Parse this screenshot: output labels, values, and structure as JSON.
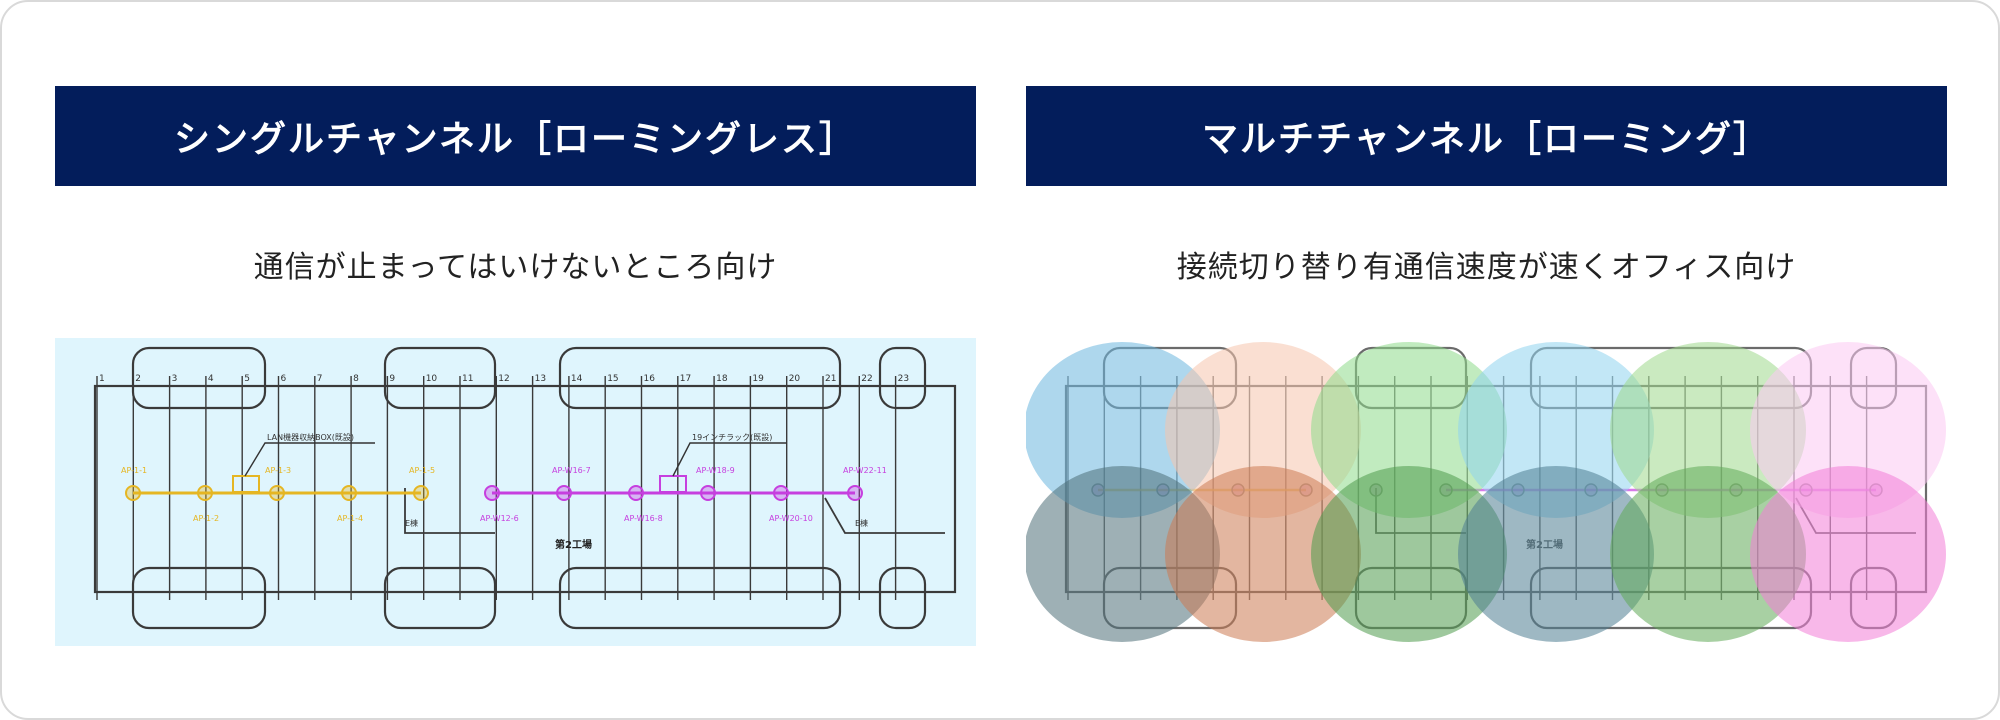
{
  "panels": [
    {
      "title": "シングルチャンネル［ローミングレス］",
      "subtitle": "通信が止まってはいけないところ向け",
      "diagram": {
        "background": "#dff5fd",
        "area_labels": [
          "第2工場"
        ],
        "column_numbers": [
          "1",
          "2",
          "3",
          "4",
          "5",
          "6",
          "7",
          "8",
          "9",
          "10",
          "11",
          "12",
          "13",
          "14",
          "15",
          "16",
          "17",
          "18",
          "19",
          "20",
          "21",
          "22",
          "23"
        ],
        "access_points": [
          {
            "label": "AP-1-1",
            "color": "#e5b623"
          },
          {
            "label": "AP-1-2",
            "color": "#e5b623"
          },
          {
            "label": "AP-1-3",
            "color": "#e5b623"
          },
          {
            "label": "AP-1-4",
            "color": "#e5b623"
          },
          {
            "label": "AP-1-5",
            "color": "#e5b623"
          },
          {
            "label": "AP-W12-6",
            "color": "#c63fdf"
          },
          {
            "label": "AP-W16-7",
            "color": "#c63fdf"
          },
          {
            "label": "AP-W16-8",
            "color": "#c63fdf"
          },
          {
            "label": "AP-W18-9",
            "color": "#c63fdf"
          },
          {
            "label": "AP-W20-10",
            "color": "#c63fdf"
          },
          {
            "label": "AP-W22-11",
            "color": "#c63fdf"
          }
        ],
        "notes": [
          "LAN機器収納BOX(既設)",
          "19インチラック(既設)",
          "E棟",
          "E棟"
        ]
      }
    },
    {
      "title": "マルチチャンネル［ローミング］",
      "subtitle": "接続切り替り有通信速度が速くオフィス向け",
      "diagram": {
        "background": "#ffffff",
        "area_labels": [
          "第2工場"
        ],
        "coverage_zones": [
          {
            "color": "#6cb7df"
          },
          {
            "color": "#f6c4ad"
          },
          {
            "color": "#8edb8a"
          },
          {
            "color": "#8fd4ee"
          },
          {
            "color": "#9fd98d"
          },
          {
            "color": "#fbc8f3"
          },
          {
            "color": "#4f6f79"
          },
          {
            "color": "#cc7a52"
          },
          {
            "color": "#4f9a4d"
          },
          {
            "color": "#4f7d92"
          },
          {
            "color": "#61aa58"
          },
          {
            "color": "#f27dd7"
          }
        ]
      }
    }
  ]
}
